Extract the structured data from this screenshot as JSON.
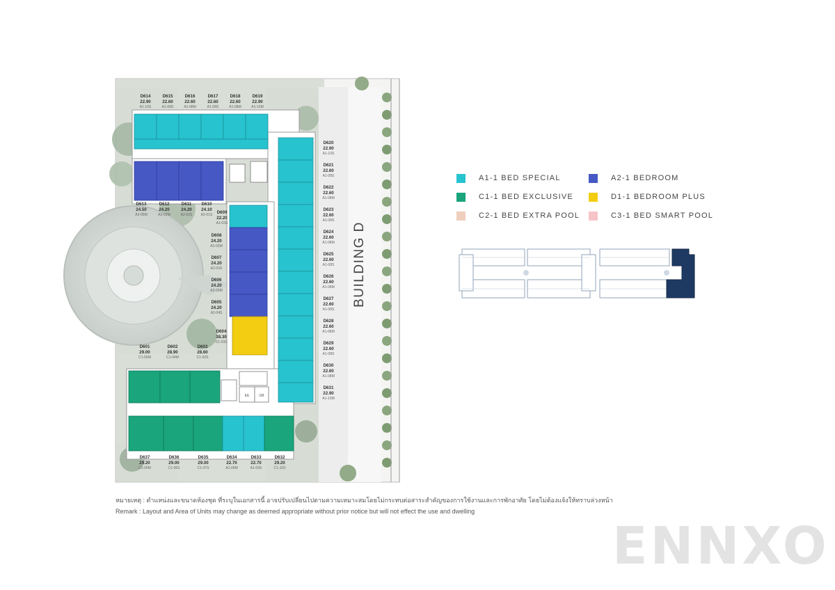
{
  "building_title": "BUILDING D",
  "units": [
    {
      "id": "D614",
      "area": "22.90",
      "type": "A1-10S"
    },
    {
      "id": "D615",
      "area": "22.60",
      "type": "A1-08S"
    },
    {
      "id": "D616",
      "area": "22.60",
      "type": "A1-08M"
    },
    {
      "id": "D617",
      "area": "22.60",
      "type": "A1-08S"
    },
    {
      "id": "D618",
      "area": "22.60",
      "type": "A1-08M"
    },
    {
      "id": "D619",
      "area": "22.90",
      "type": "A1-10M"
    },
    {
      "id": "D620",
      "area": "22.90",
      "type": "A1-10S"
    },
    {
      "id": "D621",
      "area": "22.60",
      "type": "A1-08S"
    },
    {
      "id": "D622",
      "area": "22.60",
      "type": "A1-08M"
    },
    {
      "id": "D623",
      "area": "22.60",
      "type": "A1-08S"
    },
    {
      "id": "D624",
      "area": "22.60",
      "type": "A1-08M"
    },
    {
      "id": "D625",
      "area": "22.60",
      "type": "A1-08S"
    },
    {
      "id": "D626",
      "area": "22.60",
      "type": "A1-08M"
    },
    {
      "id": "D627",
      "area": "22.60",
      "type": "A1-08S"
    },
    {
      "id": "D628",
      "area": "22.60",
      "type": "A1-08M"
    },
    {
      "id": "D629",
      "area": "22.60",
      "type": "A1-08S"
    },
    {
      "id": "D630",
      "area": "22.60",
      "type": "A1-08M"
    },
    {
      "id": "D631",
      "area": "22.90",
      "type": "A1-10M"
    },
    {
      "id": "D613",
      "area": "24.50",
      "type": "A2-05M"
    },
    {
      "id": "D612",
      "area": "24.20",
      "type": "A2-02M"
    },
    {
      "id": "D611",
      "area": "24.20",
      "type": "A2-02S"
    },
    {
      "id": "D610",
      "area": "24.10",
      "type": "A2-01S"
    },
    {
      "id": "D609",
      "area": "22.20",
      "type": "A1-03S"
    },
    {
      "id": "D608",
      "area": "24.20",
      "type": "A2-03M"
    },
    {
      "id": "D607",
      "area": "24.20",
      "type": "A2-03S"
    },
    {
      "id": "D606",
      "area": "24.20",
      "type": "A2-03M"
    },
    {
      "id": "D605",
      "area": "24.20",
      "type": "A2-04S"
    },
    {
      "id": "D604",
      "area": "38.30",
      "type": "D1-03S"
    },
    {
      "id": "D601",
      "area": "29.00",
      "type": "C1-05M"
    },
    {
      "id": "D602",
      "area": "28.90",
      "type": "C1-04M"
    },
    {
      "id": "D603",
      "area": "28.60",
      "type": "C1-02S"
    },
    {
      "id": "D637",
      "area": "29.20",
      "type": "C1-09M"
    },
    {
      "id": "D636",
      "area": "29.00",
      "type": "C1-06S"
    },
    {
      "id": "D635",
      "area": "29.00",
      "type": "C1-07S"
    },
    {
      "id": "D634",
      "area": "22.70",
      "type": "A1-09M"
    },
    {
      "id": "D633",
      "area": "22.70",
      "type": "A1-09S"
    },
    {
      "id": "D632",
      "area": "29.20",
      "type": "C1-10S"
    }
  ],
  "core_labels": {
    "ee": "EE",
    "gb": "GB"
  },
  "legend": [
    {
      "label": "A1-1 BED SPECIAL",
      "color": "#27c3cf"
    },
    {
      "label": "A2-1 BEDROOM",
      "color": "#4658c4"
    },
    {
      "label": "C1-1 BED EXCLUSIVE",
      "color": "#1aa57c"
    },
    {
      "label": "D1-1 BEDROOM PLUS",
      "color": "#f2cd12"
    },
    {
      "label": "C2-1 BED EXTRA POOL",
      "color": "#f0cfbd"
    },
    {
      "label": "C3-1 BED SMART POOL",
      "color": "#f6c3c8"
    }
  ],
  "remark_th": "หมายเหตุ : ตำแหน่งและขนาดห้องชุด ที่ระบุในเอกสารนี้ อาจปรับเปลี่ยนไปตามความเหมาะสมโดยไม่กระทบต่อสาระสำคัญของการใช้งานและการพักอาศัย โดยไม่ต้องแจ้งให้ทราบล่วงหน้า",
  "remark_en": "Remark : Layout and Area of Units may change as deemed appropriate without prior notice but will not effect the use and dwelling",
  "brand": "ENNXO"
}
